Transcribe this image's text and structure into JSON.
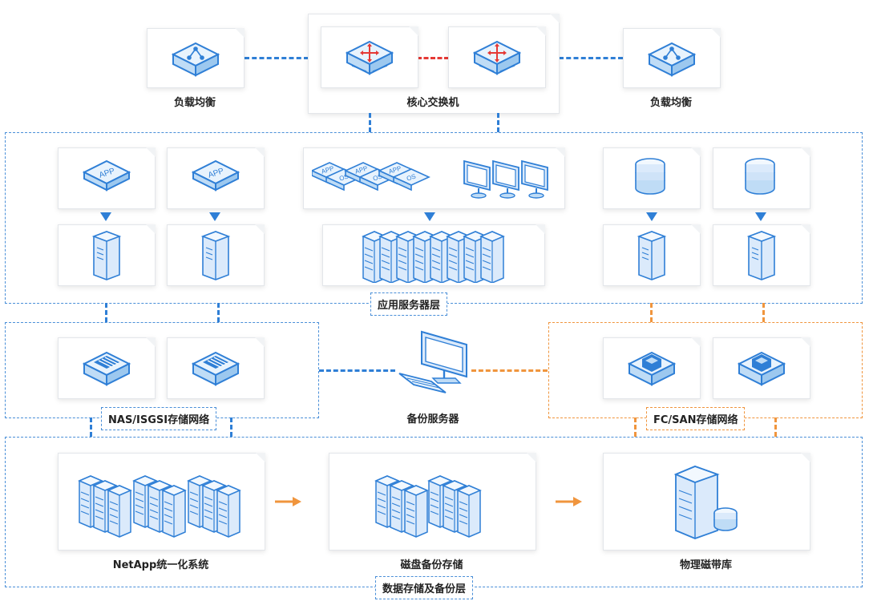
{
  "top": {
    "lb_left": "负载均衡",
    "core_switch": "核心交换机",
    "lb_right": "负载均衡"
  },
  "zones": {
    "app_layer": "应用服务器层",
    "nas_network": "NAS/ISGSI存储网络",
    "backup_server": "备份服务器",
    "fc_san_network": "FC/SAN存储网络",
    "data_layer": "数据存储及备份层"
  },
  "app_tiles": {
    "app_text": "APP",
    "os_text": "OS"
  },
  "storage": {
    "netapp": "NetApp统一化系统",
    "disk_backup": "磁盘备份存储",
    "tape_library": "物理磁带库"
  },
  "colors": {
    "blue": "#2f7fd6",
    "orange": "#f0953d",
    "red": "#e53935"
  }
}
